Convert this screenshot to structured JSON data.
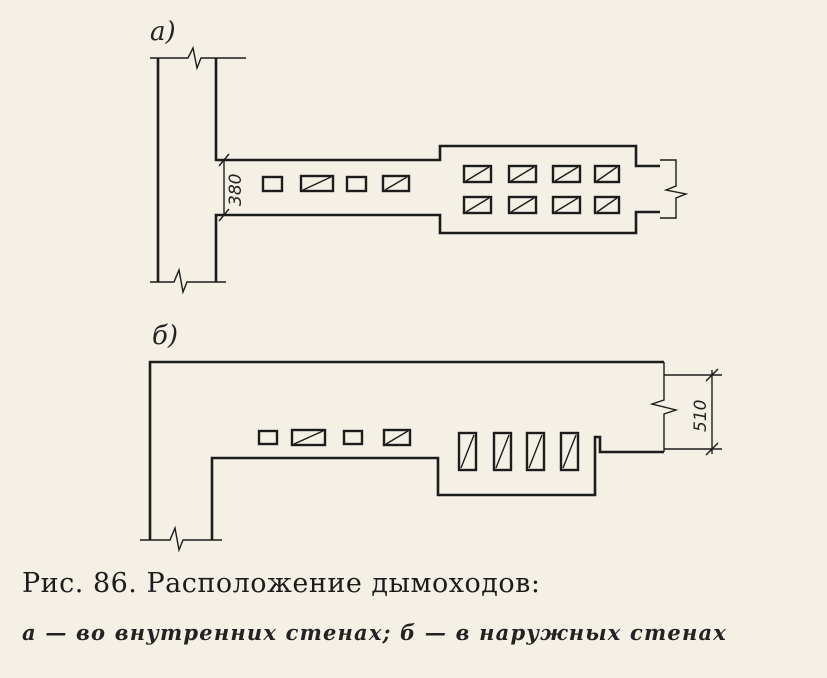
{
  "figure": {
    "label_a": "а)",
    "label_b": "б)",
    "dimension_a": "380",
    "dimension_b": "510"
  },
  "caption": {
    "title": "Рис. 86. Расположение дымоходов:",
    "subtitle": "а — во внутренних стенах; б — в наружных стенах"
  }
}
